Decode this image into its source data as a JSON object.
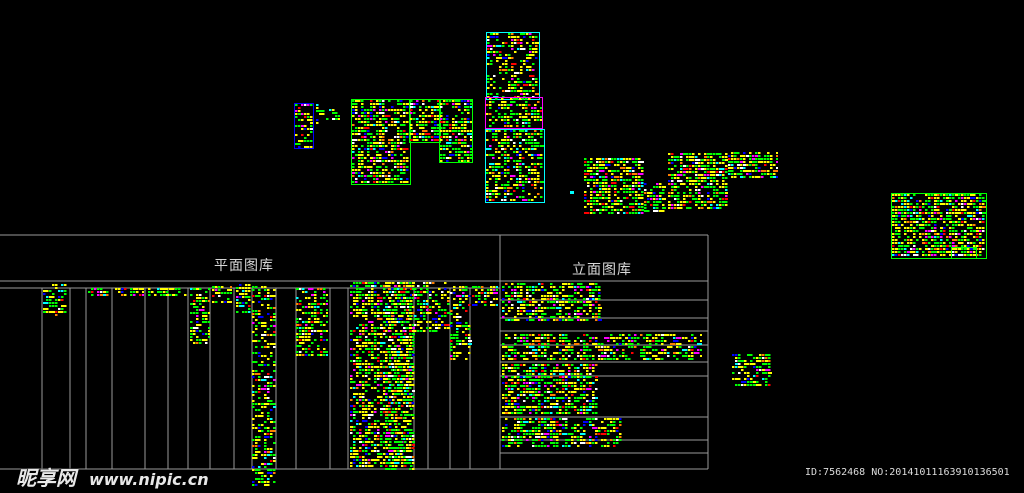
{
  "library": {
    "plan_title": "平面图库",
    "elevation_title": "立面图库"
  },
  "watermark": {
    "brand": "昵享网",
    "url": "www.nipic.cn"
  },
  "image_id": "ID:7562468 NO:20141011163910136501",
  "colors": {
    "background": "#000000",
    "frame": "#9a9a9a",
    "cad_palette": [
      "#ffff00",
      "#00ff00",
      "#ff00ff",
      "#00ffff",
      "#ff0000",
      "#ffffff",
      "#0000ff",
      "#ff7f00"
    ]
  }
}
